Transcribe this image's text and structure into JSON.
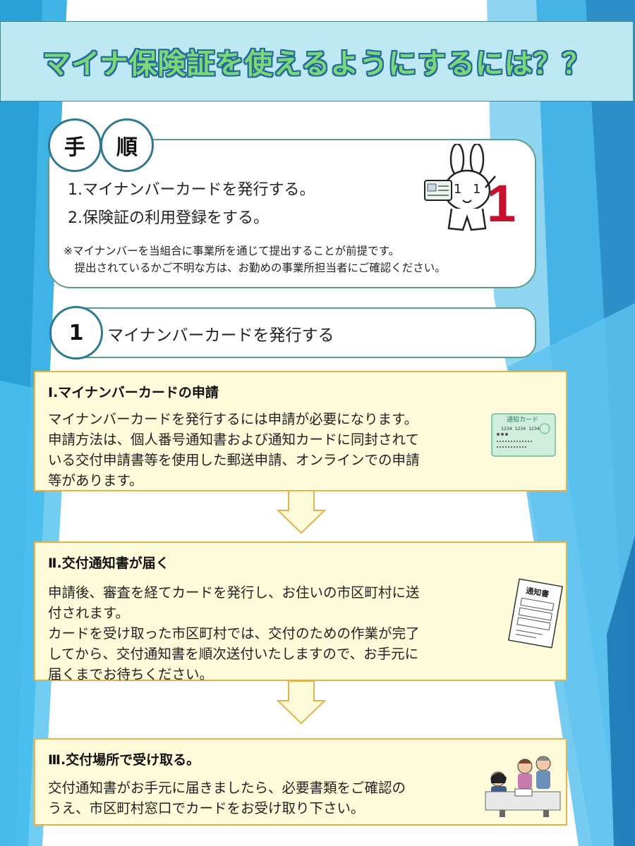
{
  "title": "マイナ保険証を使えるようにするには？？",
  "procedure": {
    "label_1": "手",
    "label_2": "順",
    "step_1": "1.マイナンバーカードを発行する。",
    "step_2": "2.保険証の利用登録をする。",
    "note_1": "※マイナンバーを当組合に事業所を通じて提出することが前提です。",
    "note_2": "　提出されているかご不明な方は、お勤めの事業所担当者にご確認ください。",
    "badge_number": "1"
  },
  "section_1": {
    "number": "1",
    "label": "マイナンバーカードを発行する"
  },
  "steps": [
    {
      "title": "Ⅰ.マイナンバーカードの申請",
      "body": "マイナンバーカードを発行するには申請が必要になります。\n申請方法は、個人番号通知書および通知カードに同封されて\nいる交付申請書等を使用した郵送申請、オンラインでの申請\n等があります。",
      "card_label": "通知カード",
      "card_number": "1234 1234 1234"
    },
    {
      "title": "Ⅱ.交付通知書が届く",
      "body": "申請後、審査を経てカードを発行し、お住いの市区町村に送\n付されます。\nカードを受け取った市区町村では、交付のための作業が完了\nしてから、交付通知書を順次送付いたしますので、お手元に\n届くまでお待ちください。",
      "doc_label": "通知書"
    },
    {
      "title": "Ⅲ.交付場所で受け取る。",
      "body": "交付通知書がお手元に届きましたら、必要書類をご確認の\nうえ、市区町村窓口でカードをお受け取り下さい。"
    }
  ],
  "colors": {
    "title_fill": "#7ad77a",
    "title_outline": "#246a9a",
    "banner_bg": "#bfe8f5",
    "step_bg": "#fdfbd9",
    "step_border": "#e3b24c",
    "arrow_fill": "#fdfbd9",
    "circle_border": "#2f7a92"
  }
}
